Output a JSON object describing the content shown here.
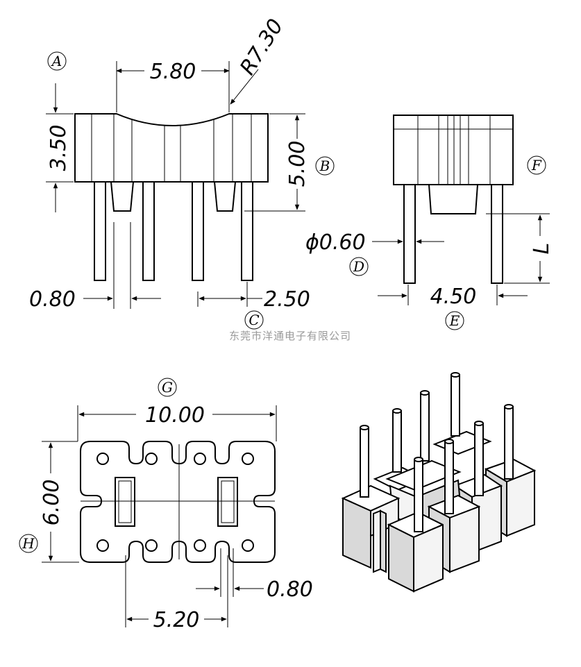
{
  "dimensions": {
    "front_top_width": "5.80",
    "radius": "R7.30",
    "body_height": "3.50",
    "overall_height": "5.00",
    "pin_width": "0.80",
    "pin_pitch": "2.50",
    "pin_diameter": "ϕ0.60",
    "side_pin_span": "4.50",
    "pin_length": "L",
    "bottom_width": "10.00",
    "bottom_height": "6.00",
    "bottom_slot_pitch": "5.20",
    "bottom_slot_width": "0.80"
  },
  "callouts": {
    "a": "A",
    "b": "B",
    "c": "C",
    "d": "D",
    "e": "E",
    "f": "F",
    "g": "G",
    "h": "H"
  },
  "watermark": "东莞市洋通电子有限公司"
}
